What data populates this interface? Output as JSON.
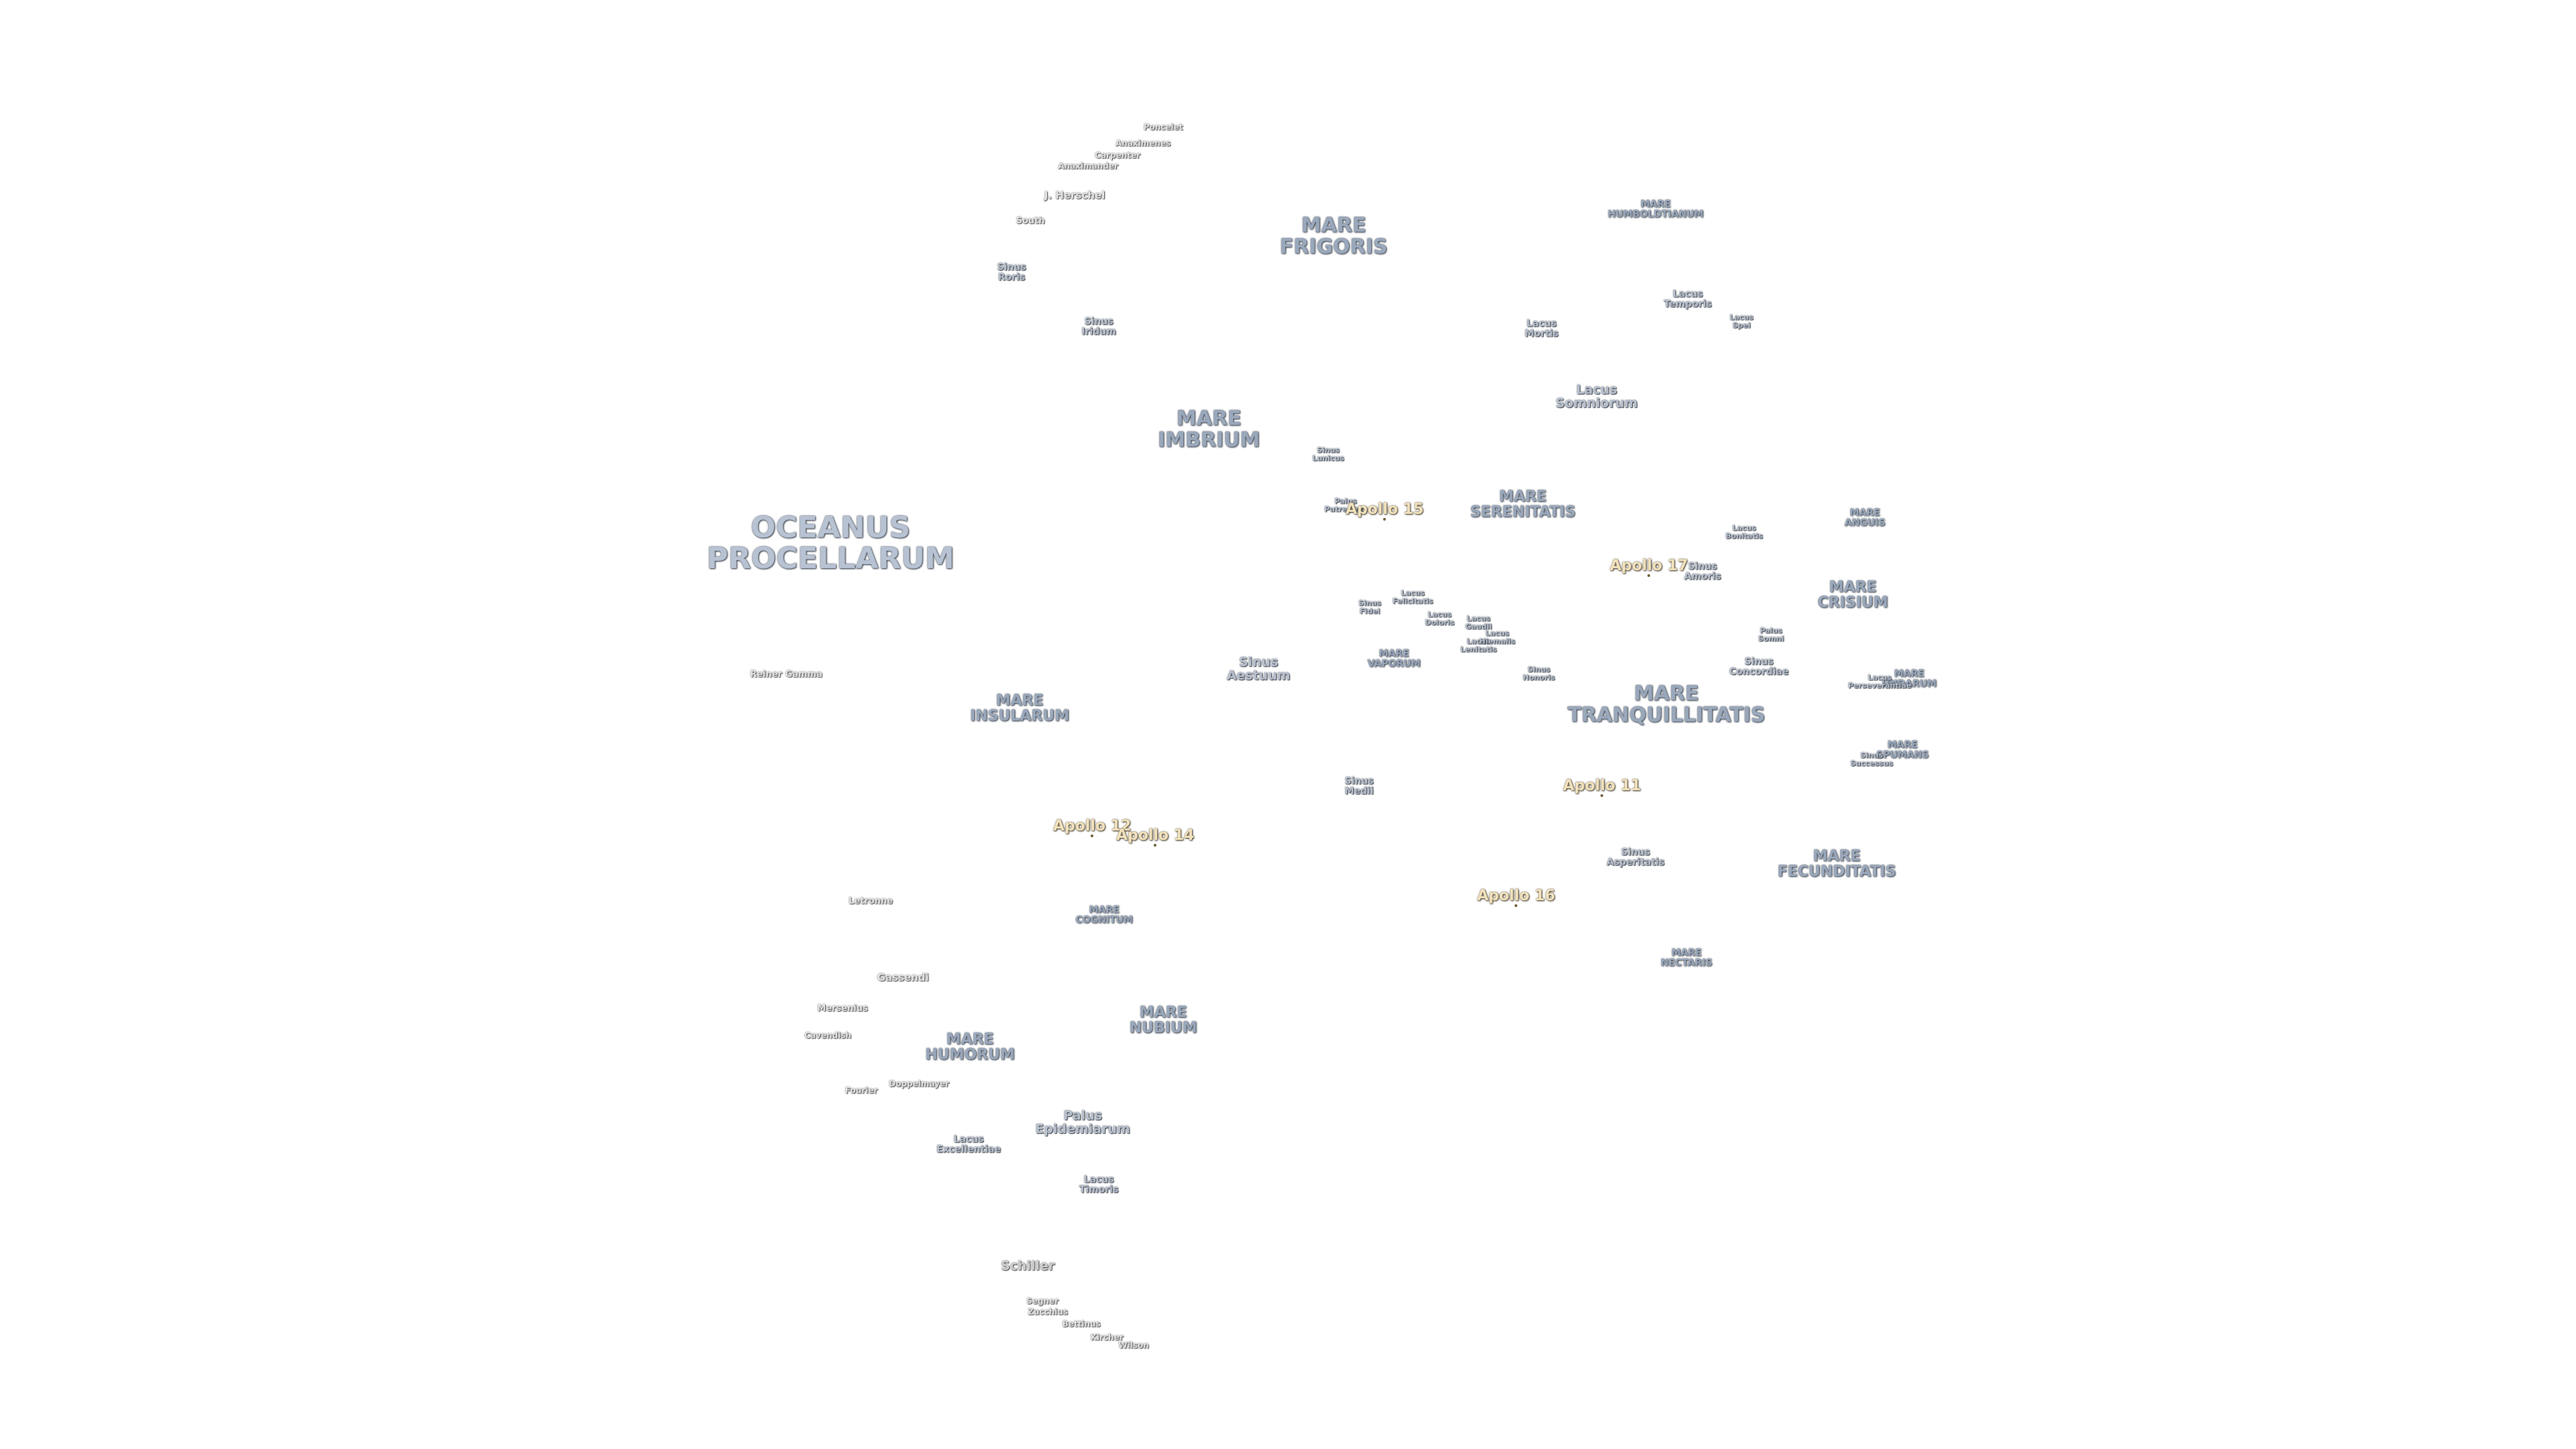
{
  "seas": {
    "oceanus_procellarum": "OCEANUS\nPROCELLARUM",
    "mare_frigoris": "MARE\nFRIGORIS",
    "mare_imbrium": "MARE\nIMBRIUM",
    "mare_serenitatis": "MARE\nSERENITATIS",
    "mare_tranquillitatis": "MARE\nTRANQUILLITATIS",
    "mare_crisium": "MARE\nCRISIUM",
    "mare_fecunditatis": "MARE\nFECUNDITATIS",
    "mare_nectaris": "MARE\nNECTARIS",
    "mare_nubium": "MARE\nNUBIUM",
    "mare_humorum": "MARE\nHUMORUM",
    "mare_cognitum": "MARE\nCOGNITUM",
    "mare_insularum": "MARE\nINSULARUM",
    "mare_vaporum": "MARE\nVAPORUM",
    "mare_humboldtianum": "MARE\nHUMBOLDTIANUM",
    "mare_anguis": "MARE\nANGUIS",
    "mare_undarum": "MARE\nUNDARUM",
    "mare_spumans": "MARE\nSPUMANS"
  },
  "features": {
    "sinus_iridum": "Sinus\nIridum",
    "sinus_roris": "Sinus\nRoris",
    "sinus_aestuum": "Sinus\nAestuum",
    "sinus_medii": "Sinus\nMedii",
    "sinus_asperitatis": "Sinus\nAsperitatis",
    "sinus_amoris": "Sinus\nAmoris",
    "sinus_concordiae": "Sinus\nConcordiae",
    "sinus_lunicus": "Sinus\nLunicus",
    "sinus_fidei": "Sinus\nFidei",
    "sinus_honoris": "Sinus\nHonoris",
    "sinus_successus": "Sinus\nSuccessus",
    "lacus_somniorum": "Lacus\nSomniorum",
    "lacus_mortis": "Lacus\nMortis",
    "lacus_temporis": "Lacus\nTemporis",
    "lacus_spei": "Lacus\nSpei",
    "lacus_bonitatis": "Lacus\nBonitatis",
    "lacus_felicitatis": "Lacus\nFelicitatis",
    "lacus_doloris": "Lacus\nDoloris",
    "lacus_gaudii": "Lacus\nGaudii",
    "lacus_lenitatis": "Lacus\nLenitatis",
    "lacus_hiemalis": "Lacus\nHiemalis",
    "lacus_perseverantiae": "Lacus\nPerseverantiae",
    "lacus_excellentiae": "Lacus\nExcellentiae",
    "lacus_timoris": "Lacus\nTimoris",
    "palus_putredinis": "Palus\nPutredinis",
    "palus_somni": "Palus\nSomni",
    "palus_epidemiarum": "Palus\nEpidemiarum"
  },
  "craters": {
    "poncelet": "Poncelet",
    "anaximenes": "Anaximenes",
    "carpenter": "Carpenter",
    "anaximander": "Anaximander",
    "j_herschel": "J. Herschel",
    "south": "South",
    "reiner_gamma": "Reiner Gamma",
    "letronne": "Letronne",
    "gassendi": "Gassendi",
    "mersenius": "Mersenius",
    "cavendish": "Cavendish",
    "fourier": "Fourier",
    "doppelmayer": "Doppelmayer",
    "schiller": "Schiller",
    "segner": "Segner",
    "zucchius": "Zucchius",
    "bettinus": "Bettinus",
    "kircher": "Kircher",
    "wilson": "Wilson"
  },
  "apollo": {
    "a11": "Apollo 11",
    "a12": "Apollo 12",
    "a14": "Apollo 14",
    "a15": "Apollo 15",
    "a16": "Apollo 16",
    "a17": "Apollo 17"
  },
  "colors": {
    "background": "#ffffff",
    "mare_label": "#9aa8bc",
    "feature_label": "#b9c2cf",
    "crater_label": "#e6e6e6",
    "apollo_label": "#f3e3bd"
  }
}
